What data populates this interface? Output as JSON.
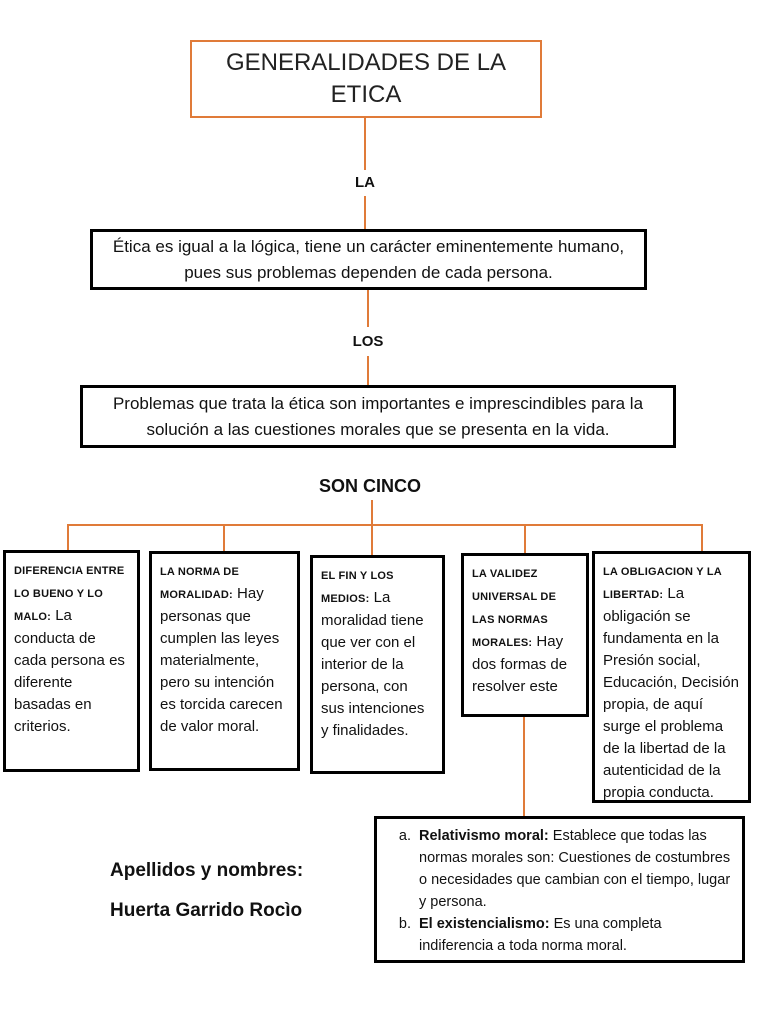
{
  "title": "GENERALIDADES DE LA ETICA",
  "connectors": {
    "la": "LA",
    "los": "LOS",
    "son_cinco": "SON CINCO"
  },
  "definition": "Ética es igual a la lógica, tiene un carácter eminentemente humano, pues sus problemas dependen de cada persona.",
  "problems": "Problemas que trata la ética son importantes e imprescindibles para la solución a las cuestiones morales que se presenta en la vida.",
  "categories": [
    {
      "heading": "DIFERENCIA ENTRE LO BUENO Y LO MALO:",
      "text": " La conducta de cada persona es diferente basadas en criterios."
    },
    {
      "heading": "LA NORMA DE MORALIDAD:",
      "text": " Hay personas que cumplen las leyes materialmente, pero su intención es torcida carecen de valor moral."
    },
    {
      "heading": "EL FIN Y LOS MEDIOS:",
      "text": " La moralidad tiene que ver con el interior de la persona, con sus intenciones y finalidades."
    },
    {
      "heading": "LA VALIDEZ UNIVERSAL DE LAS NORMAS MORALES:",
      "text": " Hay dos formas de resolver este"
    },
    {
      "heading": "LA OBLIGACION Y LA LIBERTAD:",
      "text": " La obligación se fundamenta en la Presión social, Educación, Decisión propia, de aquí surge el problema de la libertad de la autenticidad de la propia conducta."
    }
  ],
  "details": [
    {
      "marker": "a.",
      "term": "Relativismo moral:",
      "text": " Establece que todas las normas morales son: Cuestiones de costumbres o necesidades que cambian con el tiempo, lugar y persona."
    },
    {
      "marker": "b.",
      "term": "El existencialismo:",
      "text": " Es una completa indiferencia a toda norma moral."
    }
  ],
  "author": {
    "label": "Apellidos y nombres:",
    "name": "Huerta Garrido Rocìo"
  }
}
